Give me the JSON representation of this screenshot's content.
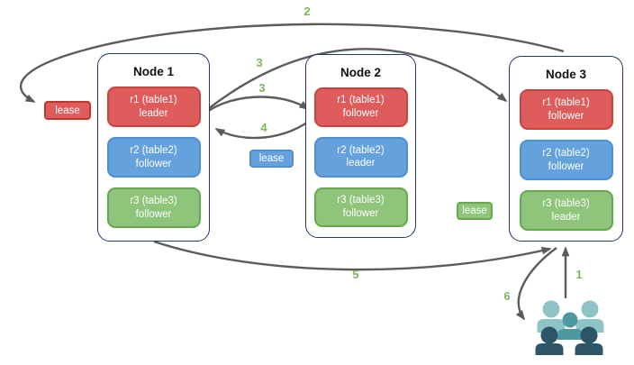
{
  "diagram": {
    "nodes": [
      {
        "title": "Node 1",
        "replicas": [
          {
            "label": "r1 (table1)",
            "role": "leader",
            "color": "red"
          },
          {
            "label": "r2 (table2)",
            "role": "follower",
            "color": "blue"
          },
          {
            "label": "r3 (table3)",
            "role": "follower",
            "color": "green"
          }
        ]
      },
      {
        "title": "Node 2",
        "replicas": [
          {
            "label": "r1 (table1)",
            "role": "follower",
            "color": "red"
          },
          {
            "label": "r2 (table2)",
            "role": "leader",
            "color": "blue"
          },
          {
            "label": "r3 (table3)",
            "role": "follower",
            "color": "green"
          }
        ]
      },
      {
        "title": "Node 3",
        "replicas": [
          {
            "label": "r1 (table1)",
            "role": "follower",
            "color": "red"
          },
          {
            "label": "r2 (table2)",
            "role": "follower",
            "color": "blue"
          },
          {
            "label": "r3 (table3)",
            "role": "leader",
            "color": "green"
          }
        ]
      }
    ],
    "leases": [
      {
        "label": "lease",
        "color": "red"
      },
      {
        "label": "lease",
        "color": "blue"
      },
      {
        "label": "lease",
        "color": "green"
      }
    ],
    "steps": {
      "s1": "1",
      "s2": "2",
      "s3a": "3",
      "s3b": "3",
      "s4": "4",
      "s5": "5",
      "s6": "6"
    },
    "icons": {
      "users": "users-icon"
    },
    "colors": {
      "red_fill": "#DE5C5C",
      "red_border": "#C64540",
      "blue_fill": "#65A1DD",
      "blue_border": "#4C90D2",
      "green_fill": "#8EC57B",
      "green_border": "#66A84E",
      "node_border": "#233A63",
      "arrow": "#5C5C5C",
      "step_label": "#7CB75F",
      "users_light": "#8FC4C6",
      "users_medium": "#4E98A0",
      "users_dark": "#2C5668"
    }
  }
}
